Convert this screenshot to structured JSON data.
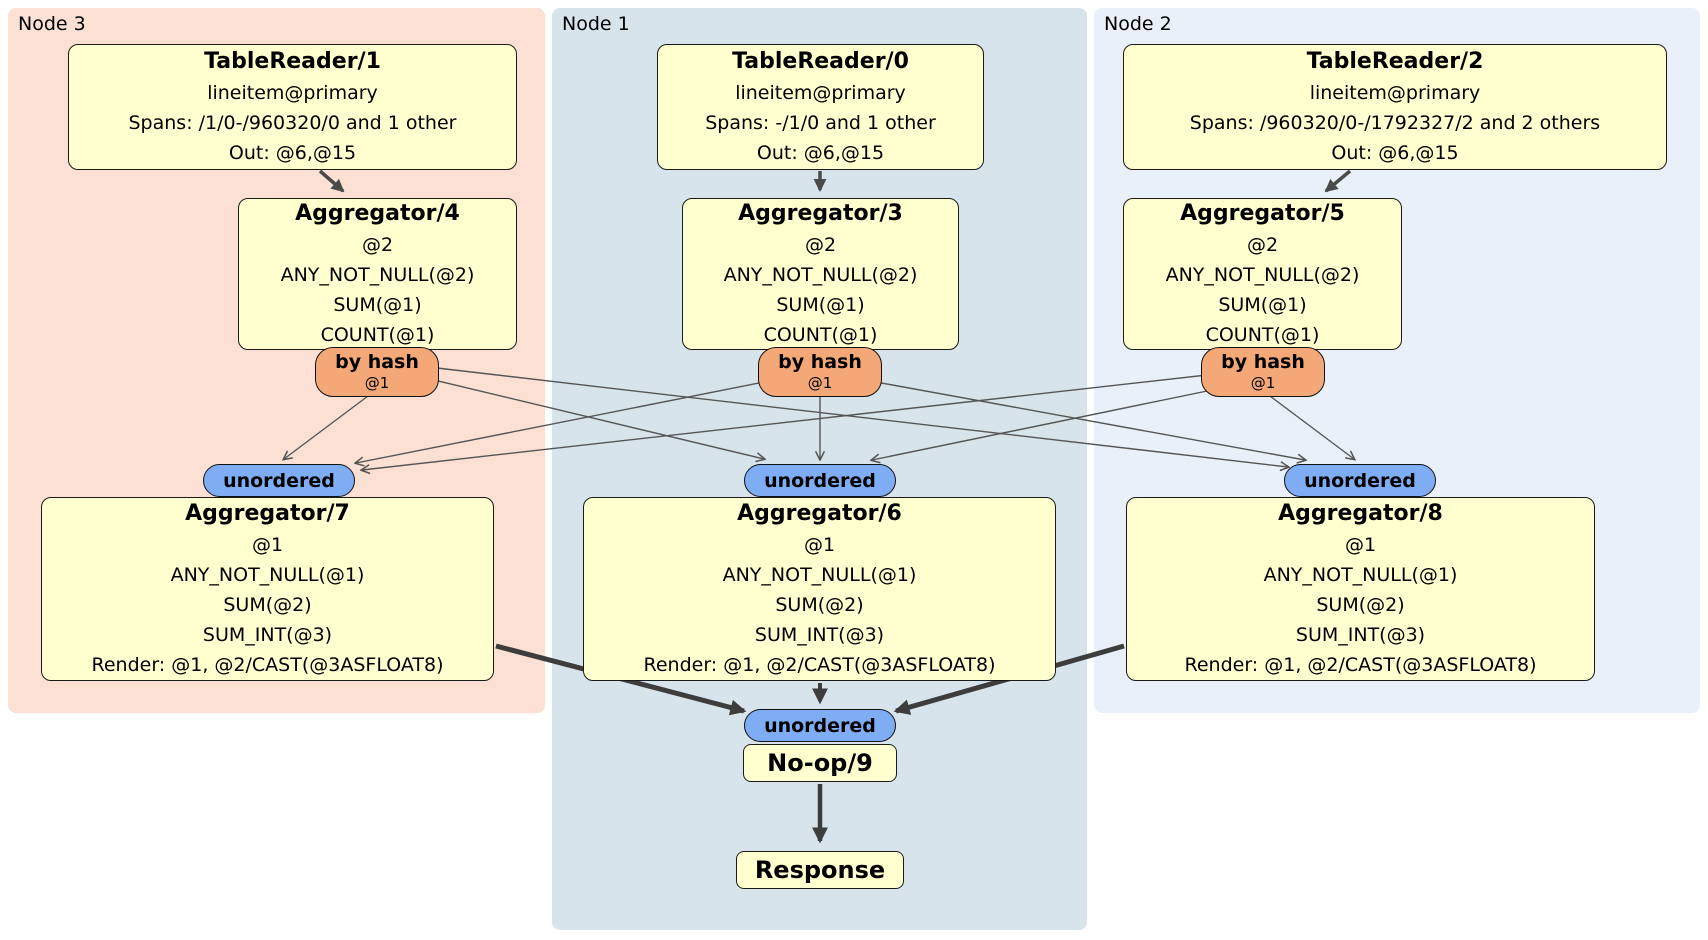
{
  "node_groups": [
    {
      "label": "Node 3"
    },
    {
      "label": "Node 1"
    },
    {
      "label": "Node 2"
    }
  ],
  "table_readers": [
    {
      "title": "TableReader/1",
      "index": "lineitem@primary",
      "spans": "Spans: /1/0-/960320/0 and 1 other",
      "out": "Out: @6,@15"
    },
    {
      "title": "TableReader/0",
      "index": "lineitem@primary",
      "spans": "Spans: -/1/0 and 1 other",
      "out": "Out: @6,@15"
    },
    {
      "title": "TableReader/2",
      "index": "lineitem@primary",
      "spans": "Spans: /960320/0-/1792327/2 and 2 others",
      "out": "Out: @6,@15"
    }
  ],
  "stage1_aggregators": [
    {
      "title": "Aggregator/4",
      "lines": [
        "@2",
        "ANY_NOT_NULL(@2)",
        "SUM(@1)",
        "COUNT(@1)"
      ]
    },
    {
      "title": "Aggregator/3",
      "lines": [
        "@2",
        "ANY_NOT_NULL(@2)",
        "SUM(@1)",
        "COUNT(@1)"
      ]
    },
    {
      "title": "Aggregator/5",
      "lines": [
        "@2",
        "ANY_NOT_NULL(@2)",
        "SUM(@1)",
        "COUNT(@1)"
      ]
    }
  ],
  "hash_routers": [
    {
      "label": "by hash",
      "detail": "@1"
    },
    {
      "label": "by hash",
      "detail": "@1"
    },
    {
      "label": "by hash",
      "detail": "@1"
    }
  ],
  "unordered_syncs": [
    {
      "label": "unordered"
    },
    {
      "label": "unordered"
    },
    {
      "label": "unordered"
    },
    {
      "label": "unordered"
    }
  ],
  "stage2_aggregators": [
    {
      "title": "Aggregator/7",
      "lines": [
        "@1",
        "ANY_NOT_NULL(@1)",
        "SUM(@2)",
        "SUM_INT(@3)",
        "Render: @1, @2/CAST(@3ASFLOAT8)"
      ]
    },
    {
      "title": "Aggregator/6",
      "lines": [
        "@1",
        "ANY_NOT_NULL(@1)",
        "SUM(@2)",
        "SUM_INT(@3)",
        "Render: @1, @2/CAST(@3ASFLOAT8)"
      ]
    },
    {
      "title": "Aggregator/8",
      "lines": [
        "@1",
        "ANY_NOT_NULL(@1)",
        "SUM(@2)",
        "SUM_INT(@3)",
        "Render: @1, @2/CAST(@3ASFLOAT8)"
      ]
    }
  ],
  "noop": {
    "title": "No-op/9"
  },
  "response": {
    "title": "Response"
  },
  "colors": {
    "node3_bg": "#fbe0d3",
    "node1_bg": "#d7e4ec",
    "node2_bg": "#eaf0fa",
    "processor_box_bg": "#ffffcf",
    "hash_router_pill": "#f5a877",
    "unordered_sync_pill": "#7fadf4",
    "edge_thin": "#555555",
    "edge_thick": "#3d3d3d"
  }
}
